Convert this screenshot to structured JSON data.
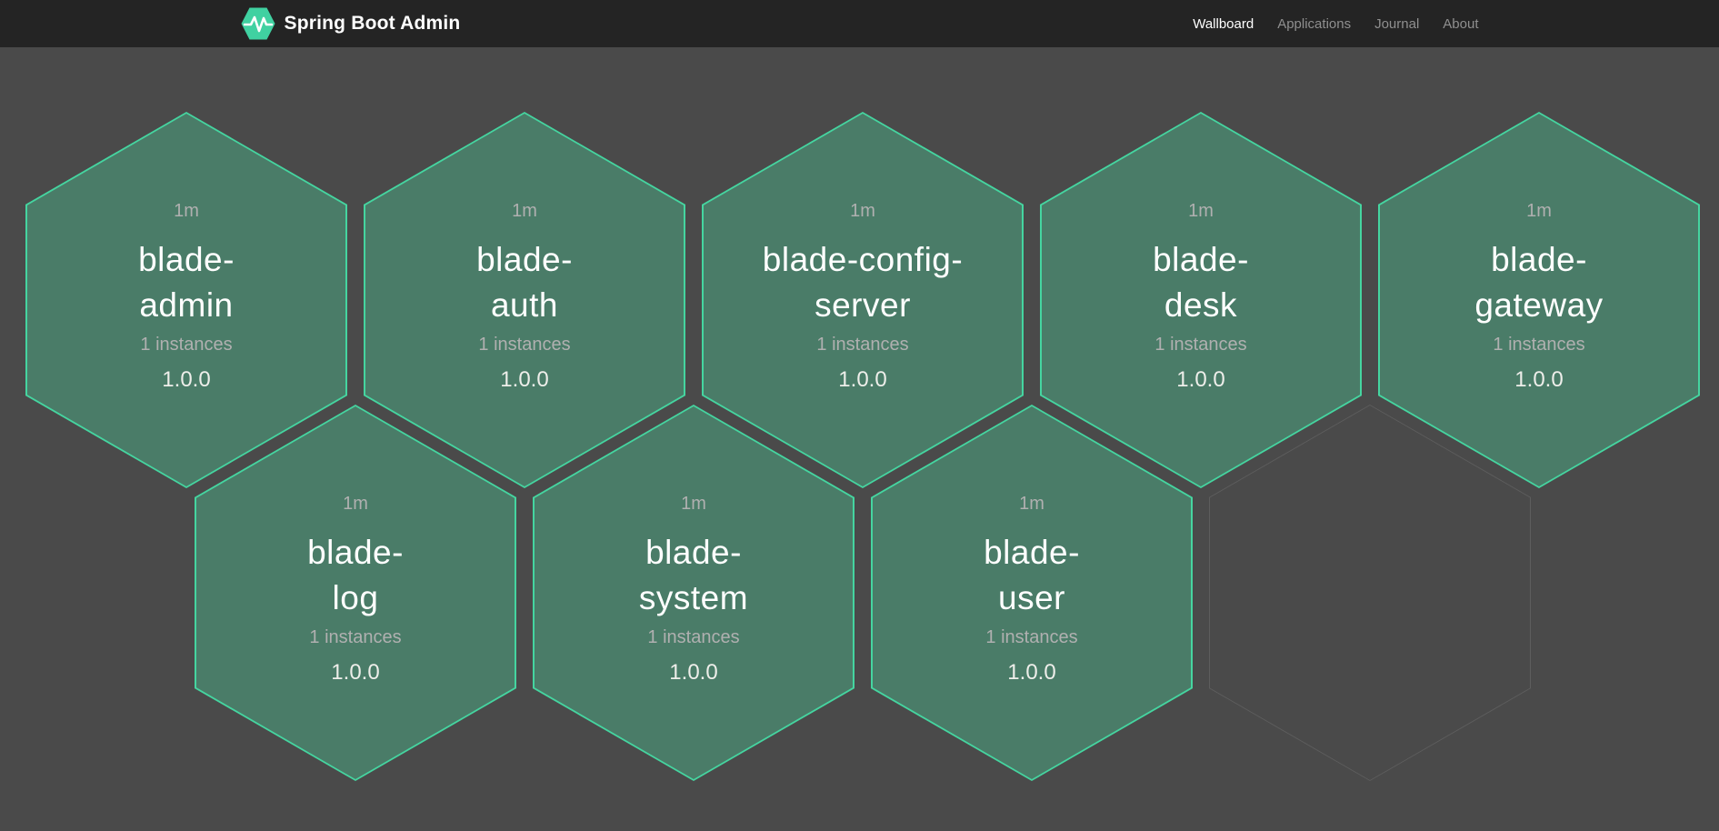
{
  "navbar": {
    "brand": "Spring Boot Admin",
    "links": [
      {
        "label": "Wallboard",
        "active": true
      },
      {
        "label": "Applications",
        "active": false
      },
      {
        "label": "Journal",
        "active": false
      },
      {
        "label": "About",
        "active": false
      }
    ]
  },
  "wallboard": {
    "applications": [
      {
        "name": "blade-admin",
        "uptime": "1m",
        "instances": "1 instances",
        "version": "1.0.0",
        "status": "up"
      },
      {
        "name": "blade-auth",
        "uptime": "1m",
        "instances": "1 instances",
        "version": "1.0.0",
        "status": "up"
      },
      {
        "name": "blade-config-server",
        "uptime": "1m",
        "instances": "1 instances",
        "version": "1.0.0",
        "status": "up"
      },
      {
        "name": "blade-desk",
        "uptime": "1m",
        "instances": "1 instances",
        "version": "1.0.0",
        "status": "up"
      },
      {
        "name": "blade-gateway",
        "uptime": "1m",
        "instances": "1 instances",
        "version": "1.0.0",
        "status": "up"
      },
      {
        "name": "blade-log",
        "uptime": "1m",
        "instances": "1 instances",
        "version": "1.0.0",
        "status": "up"
      },
      {
        "name": "blade-system",
        "uptime": "1m",
        "instances": "1 instances",
        "version": "1.0.0",
        "status": "up"
      },
      {
        "name": "blade-user",
        "uptime": "1m",
        "instances": "1 instances",
        "version": "1.0.0",
        "status": "up"
      }
    ],
    "empty_slots": 1
  },
  "colors": {
    "page_background": "#4a4a4a",
    "navbar_background": "#242424",
    "hexagon_fill_up": "#4a7c68",
    "hexagon_border_up": "#45d5a0",
    "empty_hexagon_border": "#5d5d5d",
    "brand_green": "#40d1a1",
    "nav_link_inactive": "#8f8f8f",
    "text_primary": "#ffffff",
    "text_muted": "#b0b0b0",
    "version_text": "#eeeeea"
  }
}
